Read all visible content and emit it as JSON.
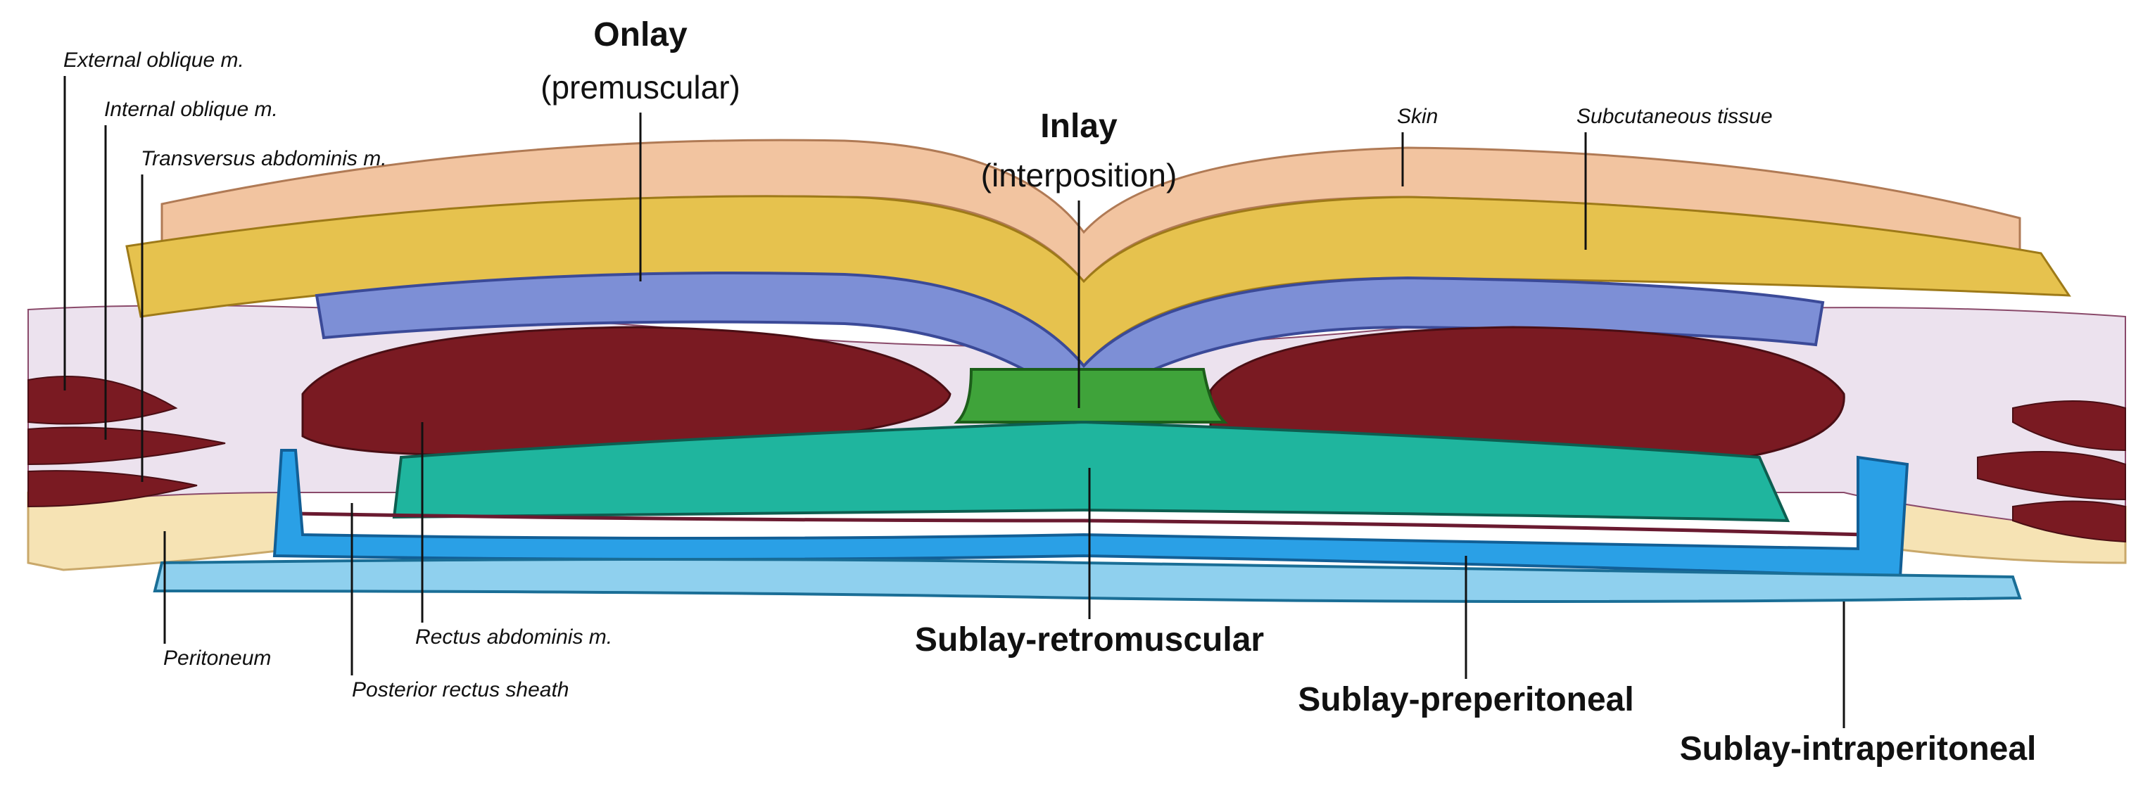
{
  "labels": {
    "external_oblique": "External oblique m.",
    "internal_oblique": "Internal oblique m.",
    "transversus": "Transversus abdominis m.",
    "onlay_title": "Onlay",
    "onlay_sub": "(premuscular)",
    "inlay_title": "Inlay",
    "inlay_sub": "(interposition)",
    "skin": "Skin",
    "subcutaneous": "Subcutaneous tissue",
    "peritoneum": "Peritoneum",
    "posterior_rectus_sheath": "Posterior rectus sheath",
    "rectus_abdominis": "Rectus abdominis m.",
    "sublay_retromuscular": "Sublay-retromuscular",
    "sublay_preperitoneal": "Sublay-preperitoneal",
    "sublay_intraperitoneal": "Sublay-intraperitoneal"
  },
  "colors": {
    "skin": "#f2c4a0",
    "subcutaneous": "#e6c24e",
    "fascia": "#ece2ee",
    "muscle": "#7a1a22",
    "onlay_mesh": "#7d8fd6",
    "inlay_mesh": "#3fa33a",
    "retromuscular_mesh": "#1fb59e",
    "preperitoneal_mesh": "#2aa0e6",
    "intraperitoneal_mesh": "#8fd0ee",
    "peritoneum": "#f6e3b4"
  }
}
